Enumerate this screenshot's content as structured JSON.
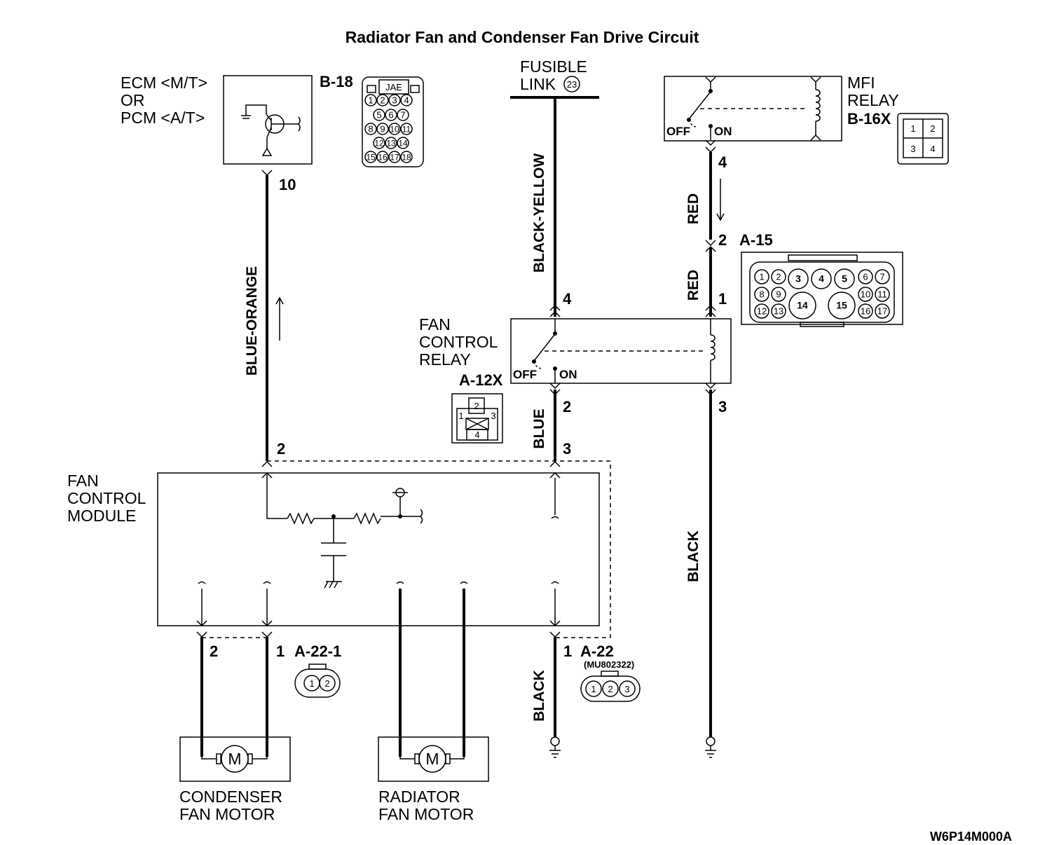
{
  "title": "Radiator Fan and Condenser Fan Drive Circuit",
  "drawing_code": "W6P14M000A",
  "ecm": {
    "lines": [
      "ECM <M/T>",
      "OR",
      "PCM <A/T>"
    ],
    "connector": "B-18",
    "connector_type": "JAE",
    "cells": [
      "1",
      "2",
      "3",
      "4",
      "5",
      "6",
      "7",
      "8",
      "9",
      "10",
      "11",
      "12",
      "13",
      "14",
      "15",
      "16",
      "17",
      "18"
    ],
    "pin": "10"
  },
  "fusible_link": {
    "lines": [
      "FUSIBLE",
      "LINK"
    ],
    "number": "23"
  },
  "mfi_relay": {
    "lines": [
      "MFI",
      "RELAY"
    ],
    "connector": "B-16X",
    "cells": [
      "1",
      "2",
      "3",
      "4"
    ],
    "off": "OFF",
    "on": "ON",
    "pin_out": "4"
  },
  "a15": {
    "connector": "A-15",
    "pin_top": "2",
    "pin_bottom": "1",
    "cells": [
      "1",
      "2",
      "3",
      "4",
      "5",
      "6",
      "7",
      "8",
      "9",
      "10",
      "11",
      "12",
      "13",
      "14",
      "15",
      "16",
      "17"
    ]
  },
  "fan_control_relay": {
    "lines": [
      "FAN",
      "CONTROL",
      "RELAY"
    ],
    "connector": "A-12X",
    "cells": [
      "2",
      "1",
      "3",
      "4"
    ],
    "off": "OFF",
    "on": "ON",
    "pin_in": "4",
    "pin_out": "2",
    "pin_coil": "3"
  },
  "fan_control_module": {
    "lines": [
      "FAN",
      "CONTROL",
      "MODULE"
    ],
    "pin_ecm": "2",
    "pin_relay": "3"
  },
  "a22_1": {
    "connector": "A-22-1",
    "pin_left": "2",
    "pin_right": "1",
    "cells": [
      "1",
      "2"
    ]
  },
  "a22": {
    "connector": "A-22",
    "part": "(MU802322)",
    "pin": "1",
    "cells": [
      "1",
      "2",
      "3"
    ]
  },
  "wires": {
    "blue_orange": "BLUE-ORANGE",
    "black_yellow": "BLACK-YELLOW",
    "red_upper": "RED",
    "red_lower": "RED",
    "blue": "BLUE",
    "black_ground": "BLACK",
    "black_relay": "BLACK"
  },
  "motors": {
    "condenser": [
      "CONDENSER",
      "FAN MOTOR"
    ],
    "radiator": [
      "RADIATOR",
      "FAN MOTOR"
    ],
    "symbol": "M"
  }
}
